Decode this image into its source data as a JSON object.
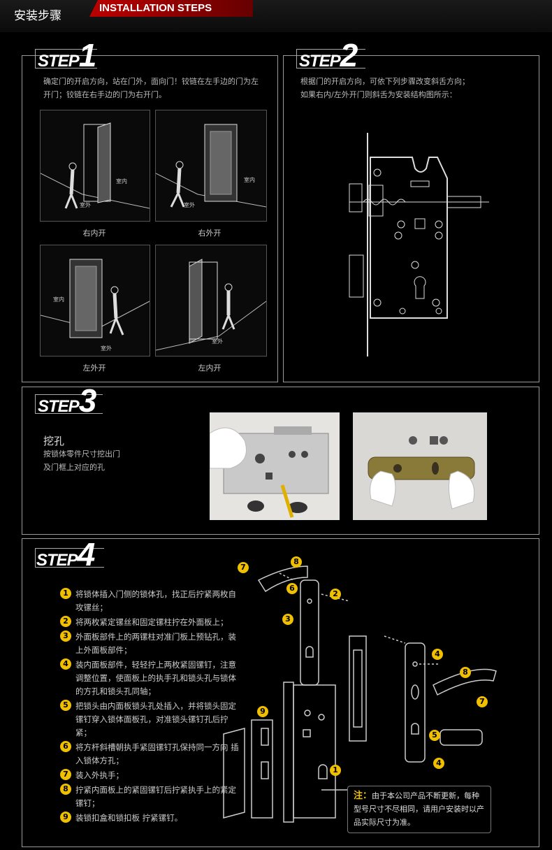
{
  "header": {
    "title_zh": "安装步骤",
    "title_en": "INSTALLATION STEPS"
  },
  "step1": {
    "label": "STEP",
    "num": "1",
    "desc": "确定门的开启方向，站在门外，面向门！铰链在左手边的门为左开门；铰链在右手边的门为右开门。",
    "fig_labels": {
      "indoor": "室内",
      "outdoor": "室外"
    },
    "captions": [
      "右内开",
      "右外开",
      "左外开",
      "左内开"
    ]
  },
  "step2": {
    "label": "STEP",
    "num": "2",
    "desc": "根据门的开启方向，可依下列步骤改变斜舌方向；如果右内/左外开门则斜舌为安装结构图所示："
  },
  "step3": {
    "label": "STEP",
    "num": "3",
    "heading": "挖孔",
    "desc": "按锁体零件尺寸挖出门及门框上对应的孔"
  },
  "step4": {
    "label": "STEP",
    "num": "4",
    "items": [
      {
        "n": "1",
        "text": "将锁体插入门侧的锁体孔，找正后拧紧两枚自攻镙丝；"
      },
      {
        "n": "2",
        "text": "将两枚紧定镙丝和固定镙柱拧在外面板上；"
      },
      {
        "n": "3",
        "text": "外面板部件上的两镙柱对准门板上预钻孔，装上外面板部件；"
      },
      {
        "n": "4",
        "text": "装内面板部件，轻轻拧上两枚紧固镙钉，注意调整位置，使面板上的执手孔和锁头孔与锁体的方孔和锁头孔同轴；"
      },
      {
        "n": "5",
        "text": "把锁头由内面板锁头孔处插入，并将锁头固定镙钉穿入锁体面板孔，对准锁头镙钉孔后拧紧；"
      },
      {
        "n": "6",
        "text": "将方杆斜槽朝执手紧固镙钉孔保持同一方向 插入锁体方孔；"
      },
      {
        "n": "7",
        "text": "装入外执手；"
      },
      {
        "n": "8",
        "text": "拧紧内面板上的紧固镙钉后拧紧执手上的紧定镙钉；"
      },
      {
        "n": "9",
        "text": "装锁扣盒和锁扣板 拧紧镙钉。"
      }
    ],
    "callouts": [
      "7",
      "8",
      "6",
      "2",
      "3",
      "4",
      "8",
      "7",
      "9",
      "5",
      "4",
      "1"
    ],
    "note_label": "注：",
    "note_text": "由于本公司产品不断更新，每种型号尺寸不尽相同，请用户安装时以产品实际尺寸为准。"
  }
}
